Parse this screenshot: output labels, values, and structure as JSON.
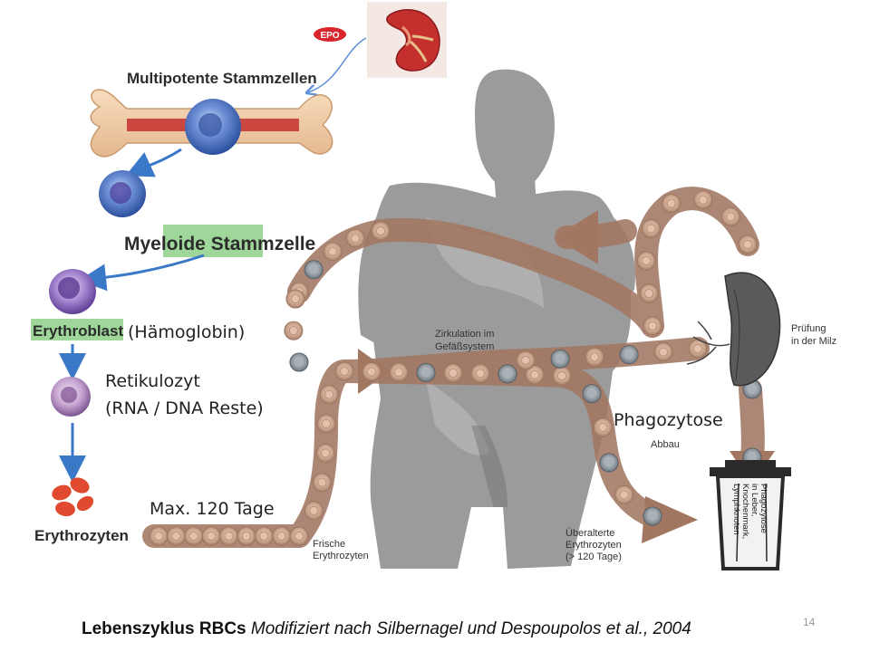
{
  "diagram": {
    "epo_label": "EPO",
    "multipotent_label": "Multipotente Stammzellen",
    "myeloid_label": "Myeloide Stammzelle",
    "erythroblast_label": "Erythroblast",
    "erythroblast_note": "(Hämoglobin)",
    "reticulocyte_label": "Retikulozyt",
    "reticulocyte_note": "(RNA / DNA Reste)",
    "erythrocytes_label": "Erythrozyten",
    "circulation_label_1": "Zirkulation im",
    "circulation_label_2": "Gefäßsystem",
    "spleen_label_1": "Prüfung",
    "spleen_label_2": "in der Milz",
    "phagocytosis_label": "Phagozytose",
    "breakdown_label": "Abbau",
    "fresh_label_1": "Frische",
    "fresh_label_2": "Erythrozyten",
    "aged_label_1": "Überalterte",
    "aged_label_2": "Erythrozyten",
    "aged_label_3": "(> 120 Tage)",
    "lifespan_label": "Max. 120 Tage",
    "bin_text_1": "Phagozytose",
    "bin_text_2": "in Leber,",
    "bin_text_3": "Knochenmark,",
    "bin_text_4": "Lymphknoten"
  },
  "footer": {
    "caption_bold": "Lebenszyklus RBCs",
    "caption_italic": "Modifiziert nach Silbernagel und Despoupolos et al., 2004",
    "page_number": "14"
  },
  "colors": {
    "cell_ring": "#cfa892",
    "cell_core": "#b97f62",
    "chain_arrow": "#a27762",
    "body_gray": "#9a9a9a",
    "stem_cell": "#3d6fc4",
    "myeloid_box": "#9fd79a",
    "epo_badge": "#d9262c",
    "kidney": "#c4302e"
  }
}
